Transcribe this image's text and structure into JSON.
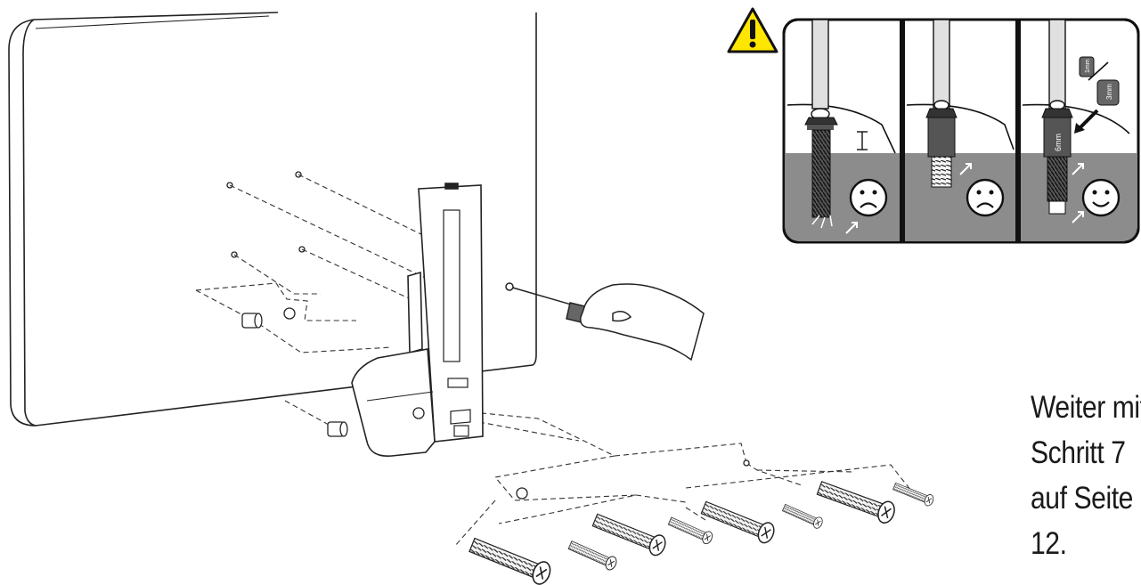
{
  "instruction": {
    "lines": [
      "Weiter mit",
      "Schritt 7",
      "auf Seite",
      "12."
    ]
  },
  "warning_panel": {
    "icon": "warning-triangle-icon",
    "panels": [
      {
        "face": "sad-face-icon",
        "result": "bad"
      },
      {
        "face": "sad-face-icon",
        "result": "bad"
      },
      {
        "face": "happy-face-icon",
        "result": "good"
      }
    ],
    "stamps": {
      "screw_head": "6mm",
      "spacer_large": "3mm",
      "spacer_small": "1mm"
    }
  },
  "colors": {
    "line": "#111111",
    "warning_fill": "#ffe600",
    "ground_fill": "#8c8c8c",
    "face_fill": "#ffffff"
  }
}
